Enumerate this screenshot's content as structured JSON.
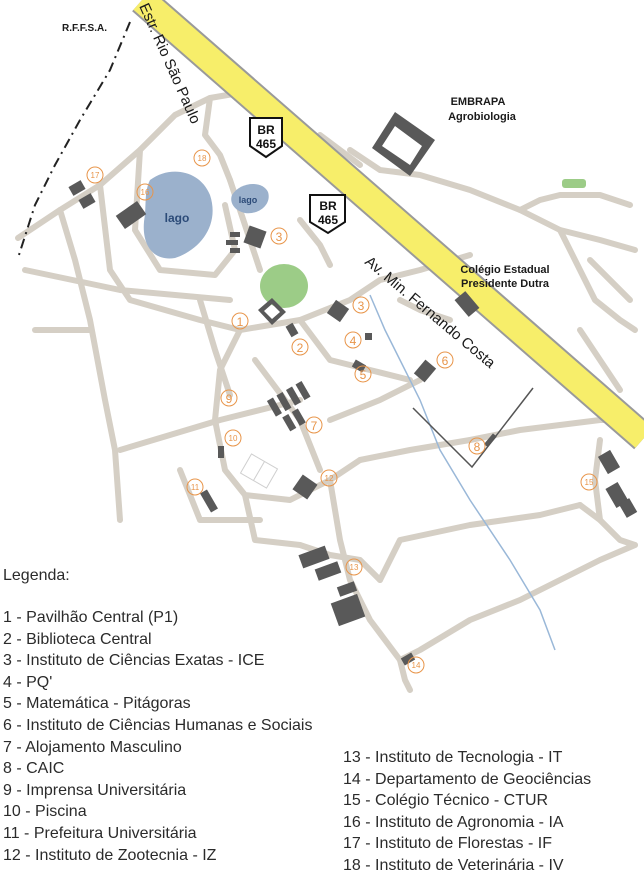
{
  "labels": {
    "rffsa": "R.F.F.S.A.",
    "road_sp": "Estr. Rio São Paulo",
    "road_av": "Av. Min. Fernando Costa",
    "br_shield_1": {
      "line1": "BR",
      "line2": "465"
    },
    "br_shield_2": {
      "line1": "BR",
      "line2": "465"
    },
    "embrapa": {
      "line1": "EMBRAPA",
      "line2": "Agrobiologia"
    },
    "colegio": {
      "line1": "Colégio Estadual",
      "line2": "Presidente Dutra"
    },
    "lago": "lago"
  },
  "markers": {
    "m1": "1",
    "m2": "2",
    "m3a": "3",
    "m3b": "3",
    "m4": "4",
    "m5": "5",
    "m6": "6",
    "m7": "7",
    "m8": "8",
    "m9": "9",
    "m10": "10",
    "m11": "11",
    "m12": "12",
    "m13": "13",
    "m14": "14",
    "m15": "15",
    "m16": "16",
    "m17": "17",
    "m18": "18"
  },
  "colors": {
    "road_fill": "#f7ee6a",
    "road_edge": "#9a9a9a",
    "path": "#d5cfc5",
    "lake": "#9bb1cc",
    "green": "#9ccc87",
    "building": "#595959",
    "marker": "#e8954a",
    "stream": "#9ab8d8"
  },
  "legend": {
    "title": "Legenda:",
    "col1": [
      "1 - Pavilhão Central (P1)",
      "2 - Biblioteca Central",
      "3 - Instituto de Ciências Exatas - ICE",
      "4 - PQ'",
      "5 - Matemática - Pitágoras",
      "6 - Instituto de Ciências Humanas e Sociais",
      "7 - Alojamento Masculino",
      "8 - CAIC",
      "9 - Imprensa Universitária",
      "10 - Piscina",
      "11 - Prefeitura Universitária",
      "12 - Instituto de Zootecnia - IZ"
    ],
    "col2": [
      "13 - Instituto de Tecnologia - IT",
      "14 - Departamento de Geociências",
      "15 - Colégio Técnico - CTUR",
      "16 - Instituto de Agronomia - IA",
      "17 - Instituto de Florestas - IF",
      "18 - Instituto de Veterinária - IV"
    ]
  }
}
